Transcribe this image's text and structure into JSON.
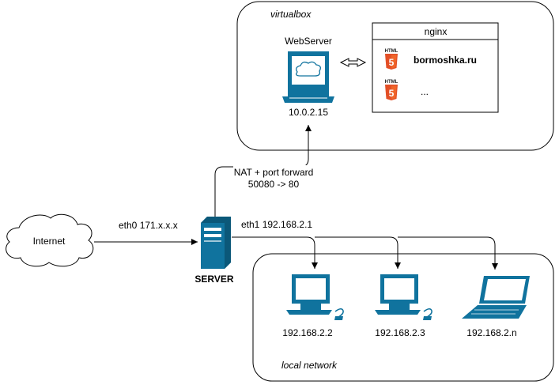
{
  "groups": {
    "virtualbox": "virtualbox",
    "local_network": "local network"
  },
  "webserver": {
    "title": "WebServer",
    "ip": "10.0.2.15"
  },
  "nginx": {
    "title": "nginx",
    "sites": [
      {
        "badge": "HTML",
        "name": "bormoshka.ru"
      },
      {
        "badge": "HTML",
        "name": "..."
      }
    ]
  },
  "nat": {
    "line1": "NAT + port forward",
    "line2": "50080 -> 80"
  },
  "internet": {
    "label": "Internet"
  },
  "server": {
    "label": "SERVER",
    "eth0": "eth0 171.x.x.x",
    "eth1": "eth1 192.168.2.1"
  },
  "clients": [
    {
      "ip": "192.168.2.2",
      "kind": "desktop"
    },
    {
      "ip": "192.168.2.3",
      "kind": "desktop"
    },
    {
      "ip": "192.168.2.n",
      "kind": "laptop"
    }
  ],
  "colors": {
    "device": "#10739e",
    "device_dark": "#0b5879",
    "html5_orange": "#e34f26",
    "html5_light": "#f06529",
    "line": "#000000"
  }
}
